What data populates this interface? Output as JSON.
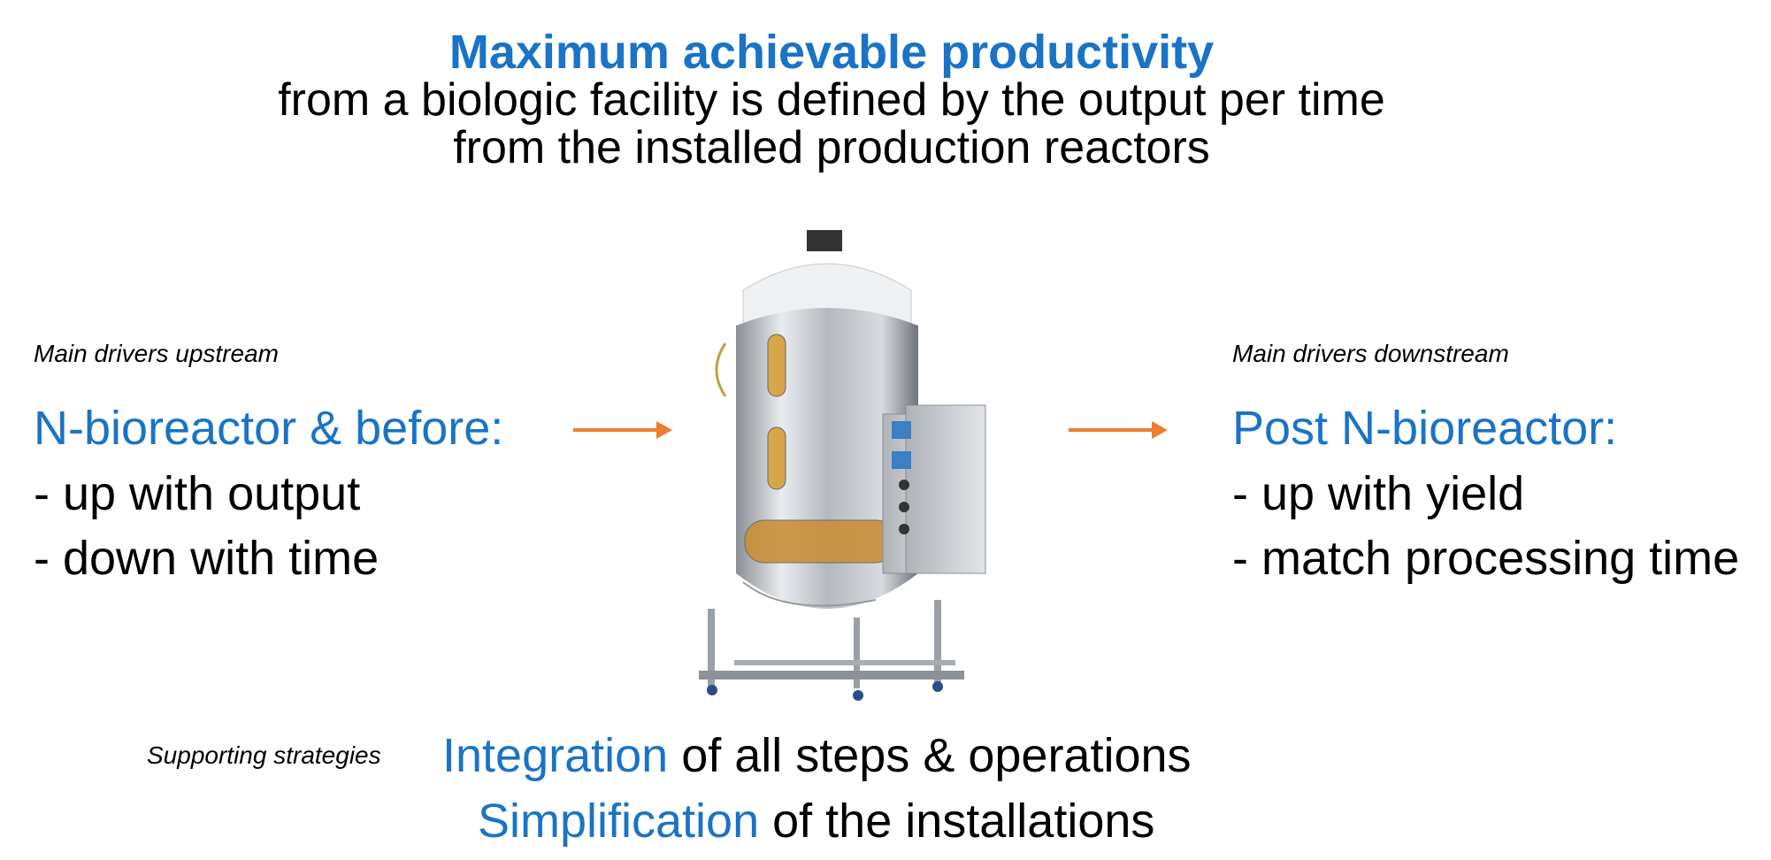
{
  "header": {
    "title": "Maximum achievable productivity",
    "subtitle_line1": "from a biologic facility is defined by the output per time",
    "subtitle_line2": "from the installed production reactors"
  },
  "upstream": {
    "caption": "Main drivers upstream",
    "heading": "N-bioreactor & before:",
    "items": [
      "- up with output",
      "- down with time"
    ]
  },
  "downstream": {
    "caption": "Main drivers downstream",
    "heading": "Post N-bioreactor:",
    "items": [
      "- up with yield",
      "- match processing time"
    ]
  },
  "supporting": {
    "caption": "Supporting strategies",
    "line1_key": "Integration",
    "line1_rest": " of all steps & operations",
    "line2_key": "Simplification",
    "line2_rest": " of the installations"
  },
  "colors": {
    "title_blue": "#1a73c6",
    "arrow_orange": "#ed7d31"
  },
  "icons": [
    "arrow-right-icon",
    "bioreactor-image"
  ]
}
